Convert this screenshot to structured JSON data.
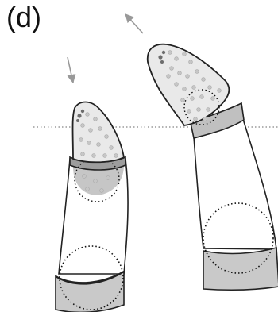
{
  "panel_label": "(d)",
  "colors": {
    "outline": "#222222",
    "tip_fill": "#e9e9e9",
    "dot_fill": "#c6c6c6",
    "dot_dark": "#7a7a7a",
    "band_fill": "#bdbdbd",
    "band_dark": "#9d9d9d",
    "base_fill": "#c9c9c9",
    "arrow": "#999999",
    "reference_line": "#9a9a9a"
  },
  "figure": {
    "elements": [
      "short-element",
      "tall-element"
    ],
    "arrows": [
      "arrow-down",
      "arrow-up-left"
    ],
    "reference_line": "dotted"
  }
}
